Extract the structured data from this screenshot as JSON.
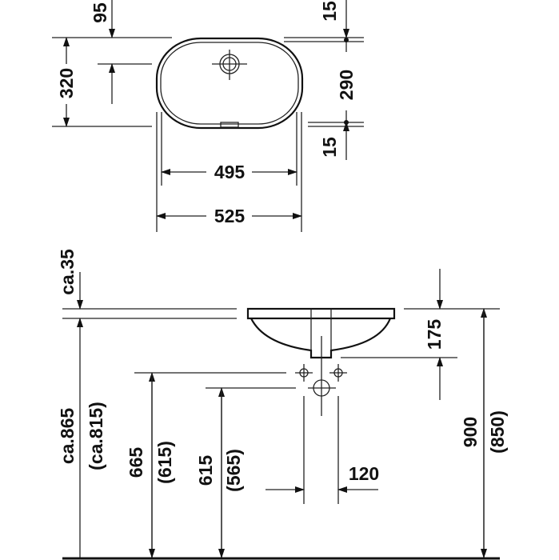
{
  "top_view": {
    "dim_95": "95",
    "dim_320": "320",
    "dim_15_top": "15",
    "dim_290": "290",
    "dim_15_bottom": "15",
    "dim_495": "495",
    "dim_525": "525"
  },
  "side_view": {
    "dim_ca35": "ca.35",
    "dim_175": "175",
    "dim_ca865": "ca.865",
    "dim_ca815": "(ca.815)",
    "dim_665": "665",
    "dim_615_paren": "(615)",
    "dim_615": "615",
    "dim_565": "(565)",
    "dim_120": "120",
    "dim_900": "900",
    "dim_850": "(850)"
  }
}
